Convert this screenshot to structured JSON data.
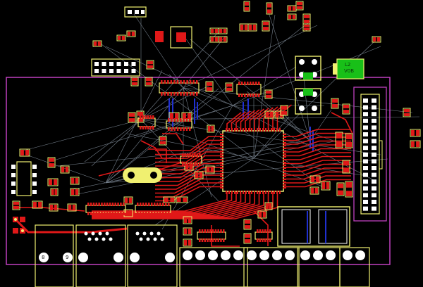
{
  "colors": {
    "background": "#000000",
    "board_outline": "#c040c0",
    "silkscreen": "#f0f070",
    "copper_top": "#e01818",
    "copper_bottom": "#2030d0",
    "ratsnest": "#9aa8b8",
    "pad": "#ffffff",
    "module": "#18c018"
  },
  "labels": {
    "connector_pin_a": "8",
    "connector_pin_b": "9",
    "module_line1": "L2",
    "module_line2": "V0B"
  }
}
